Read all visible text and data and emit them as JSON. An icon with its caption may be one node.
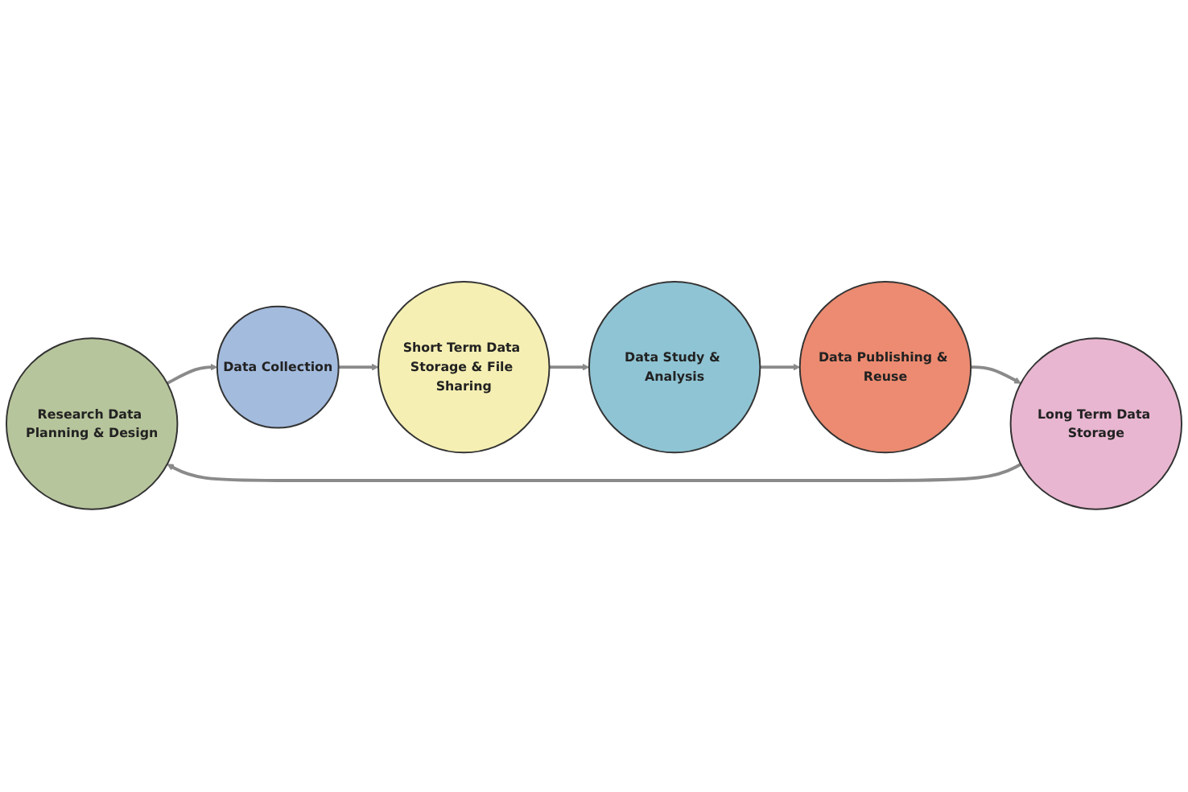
{
  "diagram": {
    "nodes": [
      {
        "text": [
          "Research Data Planning & Design"
        ]
      },
      {
        "text": [
          "Data Collection"
        ]
      },
      {
        "text": [
          "Short Term Data Storage & File Sharing"
        ]
      },
      {
        "text": [
          "Data Study & Analysis"
        ]
      },
      {
        "text": [
          "Data Publishing & Reuse"
        ]
      },
      {
        "text": [
          "Long Term Data Storage"
        ]
      }
    ],
    "edges": [
      {
        "from": 0,
        "to": 1,
        "arrow": "to"
      },
      {
        "from": 1,
        "to": 2,
        "arrow": "to"
      },
      {
        "from": 2,
        "to": 3,
        "arrow": "to"
      },
      {
        "from": 3,
        "to": 4,
        "arrow": "to"
      },
      {
        "from": 4,
        "to": 5,
        "arrow": "to"
      },
      {
        "from": 5,
        "to": 0,
        "arrow": "to"
      }
    ]
  }
}
